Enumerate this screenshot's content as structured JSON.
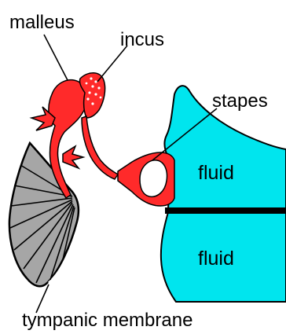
{
  "labels": {
    "malleus": "malleus",
    "incus": "incus",
    "stapes": "stapes",
    "fluid_upper": "fluid",
    "fluid_lower": "fluid",
    "tympanic_membrane": "tympanic membrane"
  },
  "colors": {
    "ossicle": "#ff2a2a",
    "fluid": "#00e5ee",
    "membrane": "#a6a6a6",
    "outline": "#000000",
    "background": "#ffffff"
  }
}
